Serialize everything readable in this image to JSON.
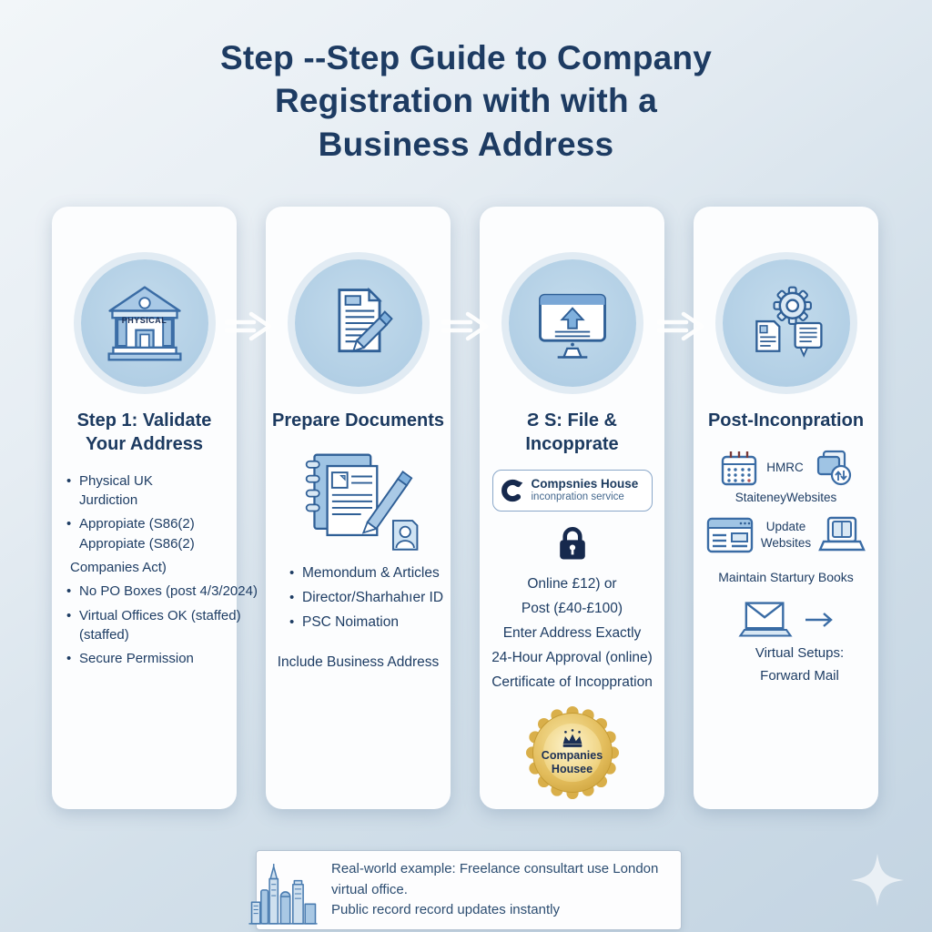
{
  "title": "Step --Step Guide to Company\nRegistration with with a\nBusiness Address",
  "step1": {
    "icon_label": "PHYSICAL",
    "heading": "Step 1: Validate\nYour Address",
    "bullets": [
      {
        "marker": "•",
        "text": "Physical UK\nJurdiction"
      },
      {
        "marker": "•",
        "text": "Appropiate (S86(2)\nAppropiate (S86(2)"
      },
      {
        "marker": "",
        "text": "Companies Act)"
      },
      {
        "marker": "•",
        "text": "No PO Boxes (post 4/3/2024)"
      },
      {
        "marker": "•",
        "text": "Virtual Offices OK (staffed)\n(staffed)"
      },
      {
        "marker": "•",
        "text": "Secure Permission"
      }
    ]
  },
  "step2": {
    "heading": "Prepare Documents",
    "bullets": [
      {
        "marker": "•",
        "text": "Memondum & Articles"
      },
      {
        "marker": "•",
        "text": "Director/Sharhahıer ID"
      },
      {
        "marker": "•",
        "text": "PSC Noimation"
      }
    ],
    "note": "Include Business Address"
  },
  "step3": {
    "heading": "Ƨ S: File &\nIncopprate",
    "registry_button": {
      "title": "Compsnies House",
      "subtitle": "inconpration service"
    },
    "details": "Online £12) or\nPost (£40-£100)\nEnter Address Exactly\n24-Hour Approval (online)\nCertificate of Incoppration",
    "badge_label": "Companies\nHousee"
  },
  "step4": {
    "heading": "Post-Inconpration",
    "item1_label": "HMRC",
    "item1_sub": "StaiteneyWebsites",
    "item2_label": "Update\nWebsites",
    "item3_label": "Maintain Startury Books",
    "item4_label": "Virtual Setups:\nForward Mail"
  },
  "footer": {
    "note": "Real-world example: Freelance consultart use London virtual office.\nPublic record record updates instantly"
  },
  "colors": {
    "accent_navy": "#1d3b62",
    "icon_blue": "#3a6ca5",
    "circle_blue": "#b2cfe5",
    "badge_gold": "#d9af4a"
  }
}
